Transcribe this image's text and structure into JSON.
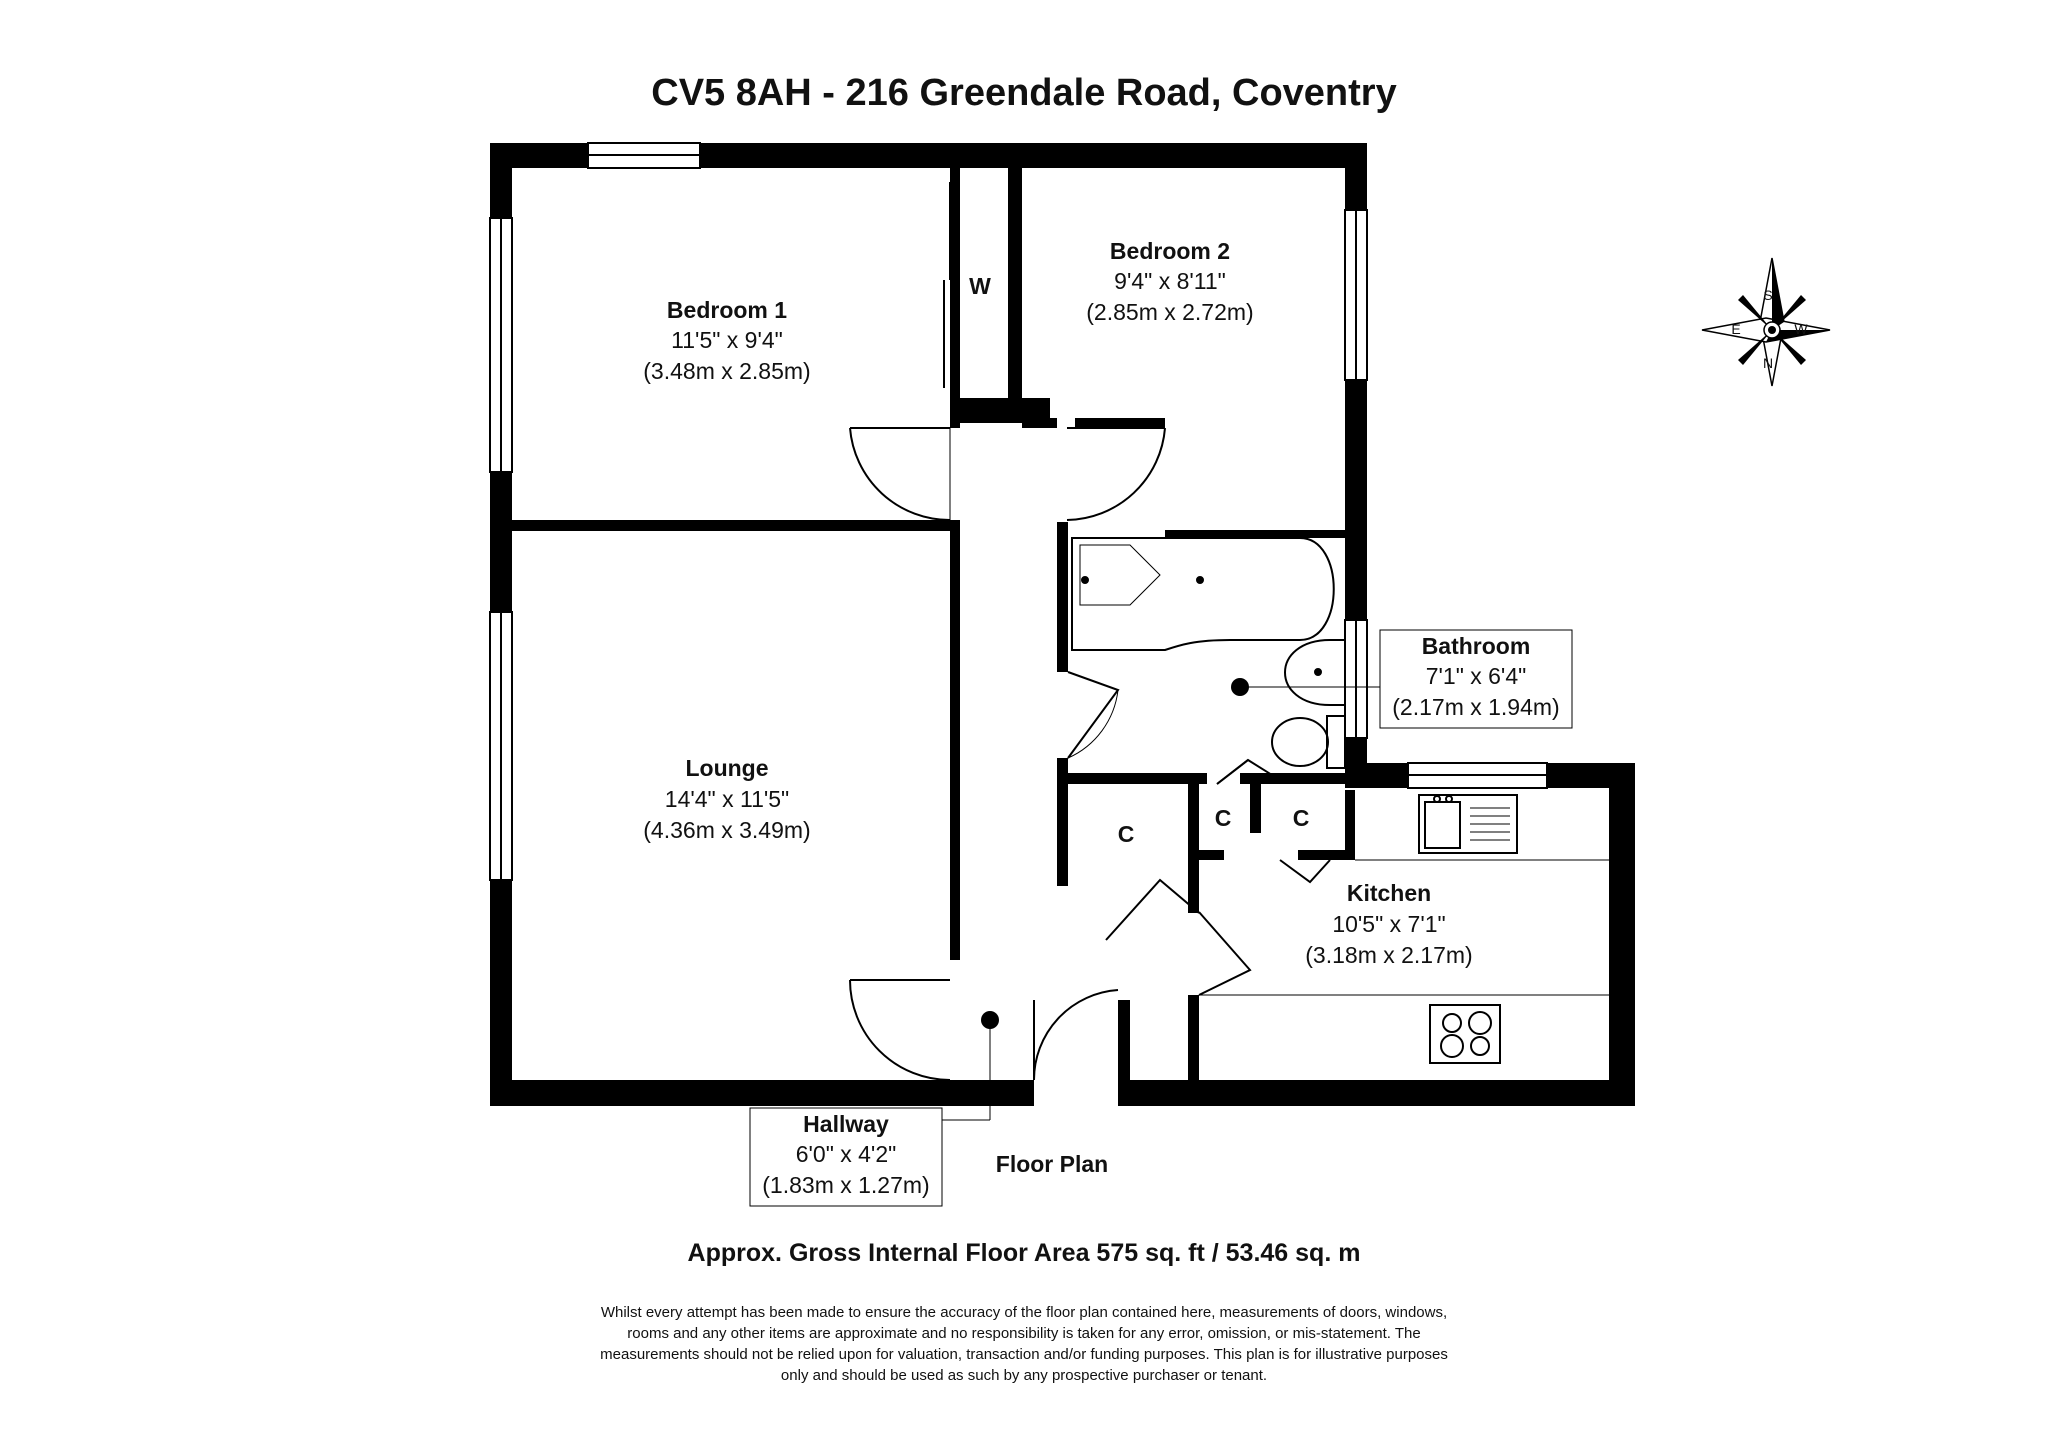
{
  "title": "CV5 8AH - 216 Greendale Road, Coventry",
  "plan_label": "Floor Plan",
  "rooms": {
    "bedroom1": {
      "name": "Bedroom 1",
      "imperial": "11'5\" x 9'4\"",
      "metric": "(3.48m x 2.85m)"
    },
    "bedroom2": {
      "name": "Bedroom 2",
      "imperial": "9'4\" x 8'11\"",
      "metric": "(2.85m x 2.72m)"
    },
    "lounge": {
      "name": "Lounge",
      "imperial": "14'4\" x 11'5\"",
      "metric": "(4.36m x 3.49m)"
    },
    "bathroom": {
      "name": "Bathroom",
      "imperial": "7'1\" x 6'4\"",
      "metric": "(2.17m x 1.94m)"
    },
    "kitchen": {
      "name": "Kitchen",
      "imperial": "10'5\" x 7'1\"",
      "metric": "(3.18m x 2.17m)"
    },
    "hallway": {
      "name": "Hallway",
      "imperial": "6'0\" x 4'2\"",
      "metric": "(1.83m x 1.27m)"
    }
  },
  "labels": {
    "wardrobe": "W",
    "cupboard": "C"
  },
  "compass": {
    "north": "N",
    "south": "S",
    "east": "E",
    "west": "W"
  },
  "floor_area": "Approx. Gross Internal Floor Area 575 sq. ft / 53.46 sq. m",
  "disclaimer": [
    "Whilst every attempt has been made to ensure the accuracy of the floor plan contained here, measurements of doors, windows,",
    "rooms and any other items are approximate and no responsibility is taken for any error, omission, or mis-statement. The",
    "measurements should not be relied upon for valuation, transaction and/or funding purposes. This plan is for illustrative purposes",
    "only and should be used as such by any prospective purchaser or tenant."
  ]
}
